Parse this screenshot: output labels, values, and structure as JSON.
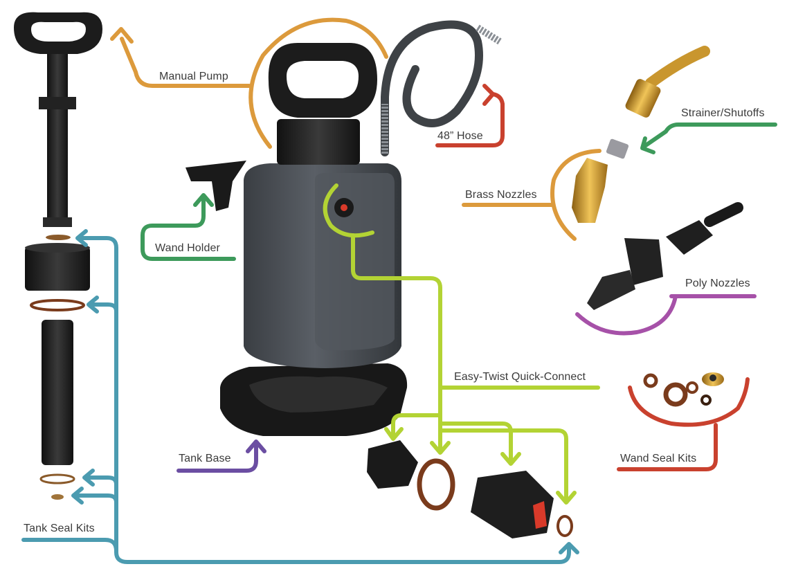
{
  "labels": {
    "manual_pump": "Manual Pump",
    "hose": "48” Hose",
    "strainer": "Strainer/Shutoffs",
    "brass_nozzles": "Brass Nozzles",
    "wand_holder": "Wand Holder",
    "poly_nozzles": "Poly Nozzles",
    "quick_connect": "Easy-Twist Quick-Connect",
    "wand_seal_kits": "Wand Seal Kits",
    "tank_base": "Tank Base",
    "tank_seal_kits": "Tank Seal Kits"
  },
  "colors": {
    "orange": "#dc9a3c",
    "red": "#c9412e",
    "green": "#3d9a5b",
    "lime": "#b3d334",
    "teal": "#4b9bb0",
    "purple": "#6b4ea2",
    "magenta": "#a651a8",
    "black_part": "#1f1f1f",
    "tank_gray": "#4a4f55",
    "brass": "#c9962e",
    "seal_brown": "#7a3b1c"
  }
}
